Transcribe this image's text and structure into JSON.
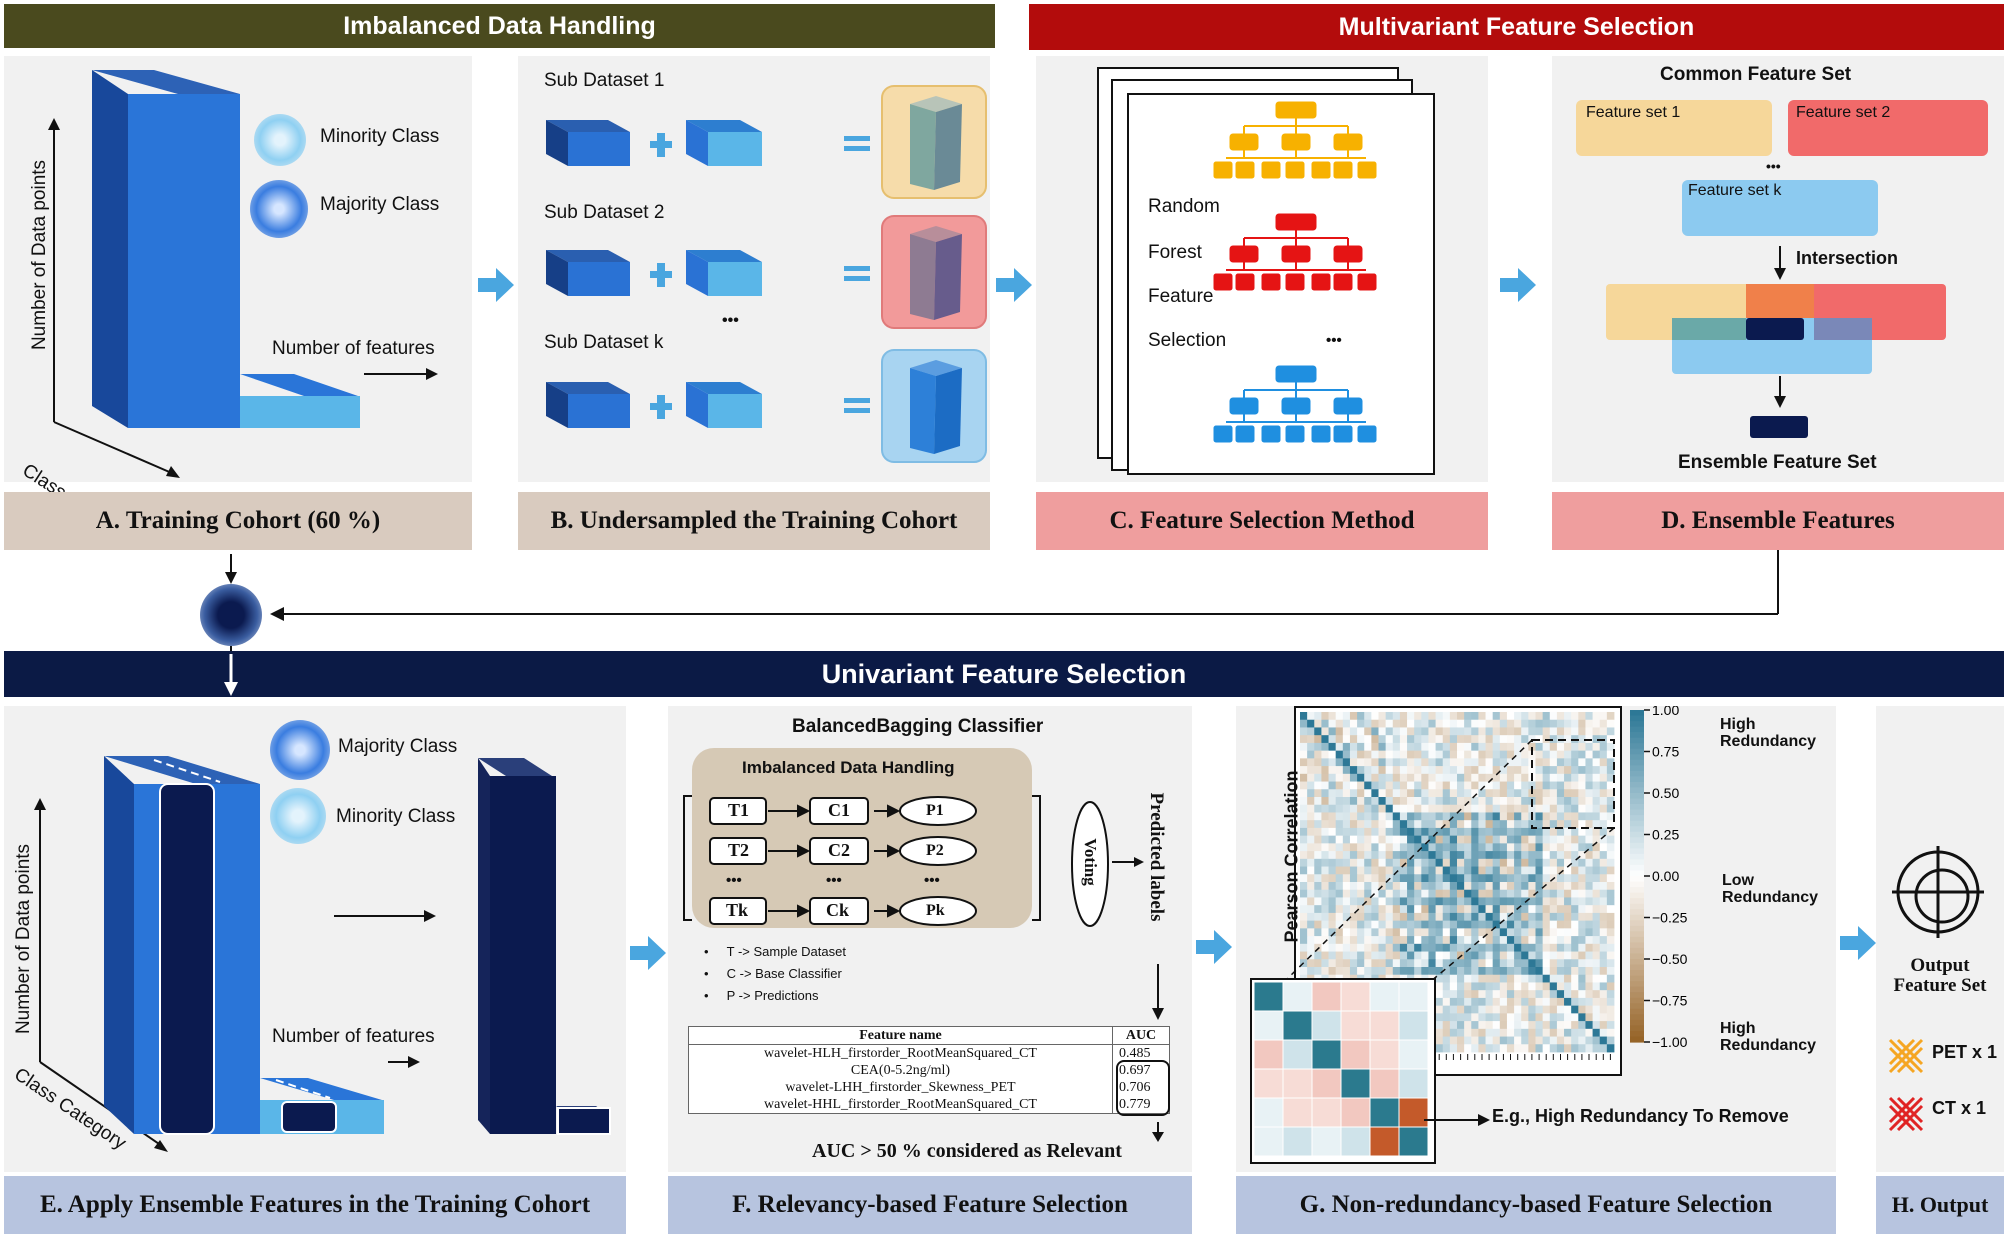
{
  "colors": {
    "imbalanced_header": "#4a4a1e",
    "multivariant_header": "#b30c0c",
    "univariant_header": "#0b1a45",
    "caption_tan": "#d9cbbf",
    "caption_pink": "#ef9e9e",
    "caption_blue": "#b7c4df",
    "arrow_blue": "#4aa6df",
    "bar_dark_blue": "#1f62c9",
    "bar_light_blue": "#58b4e6",
    "bar_navy": "#0b1a4f"
  },
  "headers": {
    "imbalanced": "Imbalanced Data Handling",
    "multivariant": "Multivariant Feature Selection",
    "univariant": "Univariant Feature Selection"
  },
  "panelA": {
    "minority": "Minority Class",
    "majority": "Majority Class",
    "y_axis": "Number of Data points",
    "x_axis": "Number of features",
    "z_axis": "Class Category",
    "caption": "A. Training Cohort (60 %)"
  },
  "panelB": {
    "sub1": "Sub Dataset 1",
    "sub2": "Sub Dataset 2",
    "subk": "Sub Dataset k",
    "dots": "•••",
    "caption": "B. Undersampled the Training Cohort"
  },
  "panelC": {
    "lines": [
      "Random",
      "Forest",
      "Feature",
      "Selection"
    ],
    "dots": "•••",
    "caption": "C. Feature Selection Method"
  },
  "panelD": {
    "title": "Common Feature Set",
    "fs1": "Feature set 1",
    "fs2": "Feature set 2",
    "dots": "•••",
    "fsk": "Feature set k",
    "intersection": "Intersection",
    "ensemble": "Ensemble Feature Set",
    "caption": "D. Ensemble Features"
  },
  "panelE": {
    "majority": "Majority Class",
    "minority": "Minority Class",
    "y_axis": "Number of Data points",
    "x_axis": "Number of features",
    "z_axis": "Class Category",
    "caption": "E. Apply Ensemble Features in the Training Cohort"
  },
  "panelF": {
    "title": "BalancedBagging Classifier",
    "inner_title": "Imbalanced Data Handling",
    "rows": [
      {
        "t": "T1",
        "c": "C1",
        "p": "P1"
      },
      {
        "t": "T2",
        "c": "C2",
        "p": "P2"
      },
      {
        "t": "Tk",
        "c": "Ck",
        "p": "Pk"
      }
    ],
    "dots": "•••",
    "voting": "Voting",
    "predicted": "Predicted labels",
    "legend": [
      "T -> Sample Dataset",
      "C -> Base Classifier",
      "P -> Predictions"
    ],
    "table_headers": [
      "Feature name",
      "AUC"
    ],
    "table_rows": [
      {
        "name": "wavelet-HLH_firstorder_RootMeanSquared_CT",
        "auc": "0.485"
      },
      {
        "name": "CEA(0-5.2ng/ml)",
        "auc": "0.697"
      },
      {
        "name": "wavelet-LHH_firstorder_Skewness_PET",
        "auc": "0.706"
      },
      {
        "name": "wavelet-HHL_firstorder_RootMeanSquared_CT",
        "auc": "0.779"
      }
    ],
    "relevant": "AUC > 50 % considered as Relevant",
    "caption": "F. Relevancy-based Feature Selection"
  },
  "panelG": {
    "ylabel": "Pearson Correlation",
    "colorbar_ticks": [
      "1.00",
      "0.75",
      "0.50",
      "0.25",
      "0.00",
      "−0.25",
      "−0.50",
      "−0.75",
      "−1.00"
    ],
    "high1": [
      "High",
      "Redundancy"
    ],
    "low": [
      "Low",
      "Redundancy"
    ],
    "high2": [
      "High",
      "Redundancy"
    ],
    "example": "E.g., High Redundancy To Remove",
    "caption": "G. Non-redundancy-based Feature Selection"
  },
  "panelH": {
    "output": [
      "Output",
      "Feature Set"
    ],
    "pet": "PET x 1",
    "ct": "CT x 1",
    "caption": "H. Output"
  }
}
